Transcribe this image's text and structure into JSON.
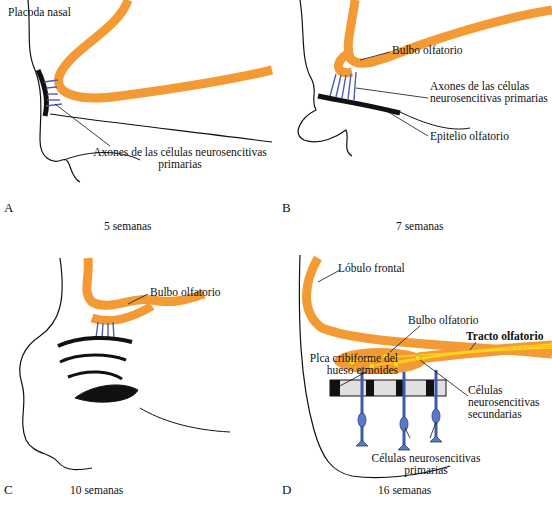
{
  "diagram": {
    "labels": [
      "Placoda nasal",
      "Axones de las células neurosencitivas primarias",
      "A",
      "5 semanas",
      "Bulbo olfatorio",
      "Axones de las células neurosencitivas primarias",
      "Epitelio olfatorio",
      "B",
      "7 semanas",
      "Bulbo olfatorio",
      "C",
      "10 semanas",
      "Lóbulo frontal",
      "Bulbo olfatorio",
      "Tracto olfatorio",
      "Plca cribiforme del hueso etmoides",
      "Células neurosencitivas secundarias",
      "Células neurosencitivas primarias",
      "D",
      "16 semanas"
    ]
  }
}
